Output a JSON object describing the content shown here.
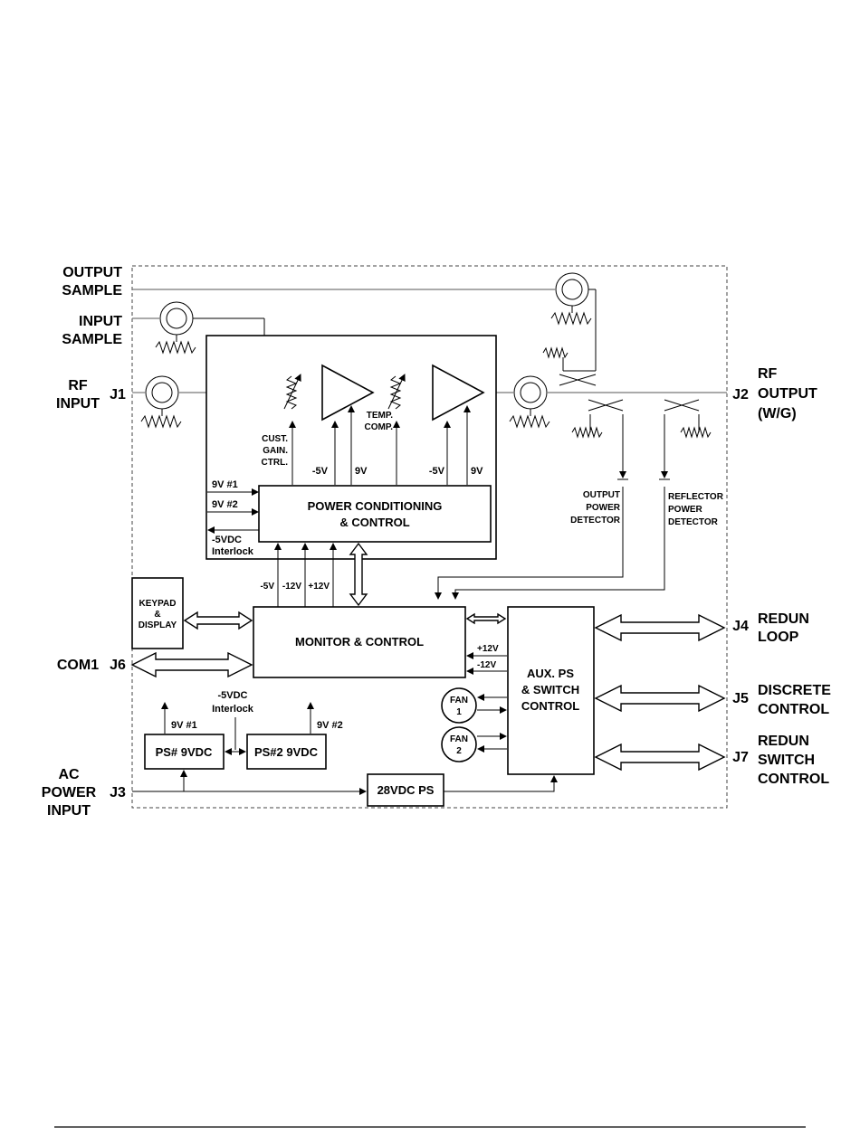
{
  "labels": {
    "output_sample": [
      "OUTPUT",
      "SAMPLE"
    ],
    "input_sample": [
      "INPUT",
      "SAMPLE"
    ],
    "rf_input": [
      "RF",
      "INPUT"
    ],
    "rf_output": [
      "RF",
      "OUTPUT",
      "(W/G)"
    ],
    "com1": "COM1",
    "ac_power_input": [
      "AC",
      "POWER",
      "INPUT"
    ],
    "redun_loop": [
      "REDUN",
      "LOOP"
    ],
    "discrete_control": [
      "DISCRETE",
      "CONTROL"
    ],
    "redun_switch_control": [
      "REDUN",
      "SWITCH",
      "CONTROL"
    ]
  },
  "connectors": {
    "j1": "J1",
    "j2": "J2",
    "j3": "J3",
    "j4": "J4",
    "j5": "J5",
    "j6": "J6",
    "j7": "J7"
  },
  "blocks": {
    "power_conditioning": [
      "POWER CONDITIONING",
      "& CONTROL"
    ],
    "monitor_control": "MONITOR & CONTROL",
    "keypad_display": [
      "KEYPAD",
      "&",
      "DISPLAY"
    ],
    "aux_ps": [
      "AUX. PS",
      "& SWITCH",
      "CONTROL"
    ],
    "ps1": "PS# 9VDC",
    "ps2": "PS#2 9VDC",
    "ps28": "28VDC PS",
    "fan1": [
      "FAN",
      "1"
    ],
    "fan2": [
      "FAN",
      "2"
    ]
  },
  "signals": {
    "cust_gain": [
      "CUST.",
      "GAIN.",
      "CTRL."
    ],
    "temp_comp": [
      "TEMP.",
      "COMP."
    ],
    "amp1_neg5": "-5V",
    "amp1_9v": "9V",
    "amp2_neg5": "-5V",
    "amp2_9v": "9V",
    "pc_9v1": "9V #1",
    "pc_9v2": "9V #2",
    "pc_interlock": [
      "-5VDC",
      "Interlock"
    ],
    "mc_neg5": "-5V",
    "mc_neg12": "-12V",
    "mc_pos12": "+12V",
    "aux_pos12": "+12V",
    "aux_neg12": "-12V",
    "output_detector": [
      "OUTPUT",
      "POWER",
      "DETECTOR"
    ],
    "reflector_detector": [
      "REFLECTOR",
      "POWER",
      "DETECTOR"
    ],
    "ps_interlock": [
      "-5VDC",
      "Interlock"
    ],
    "ps1_out": "9V #1",
    "ps2_out": "9V #2"
  }
}
